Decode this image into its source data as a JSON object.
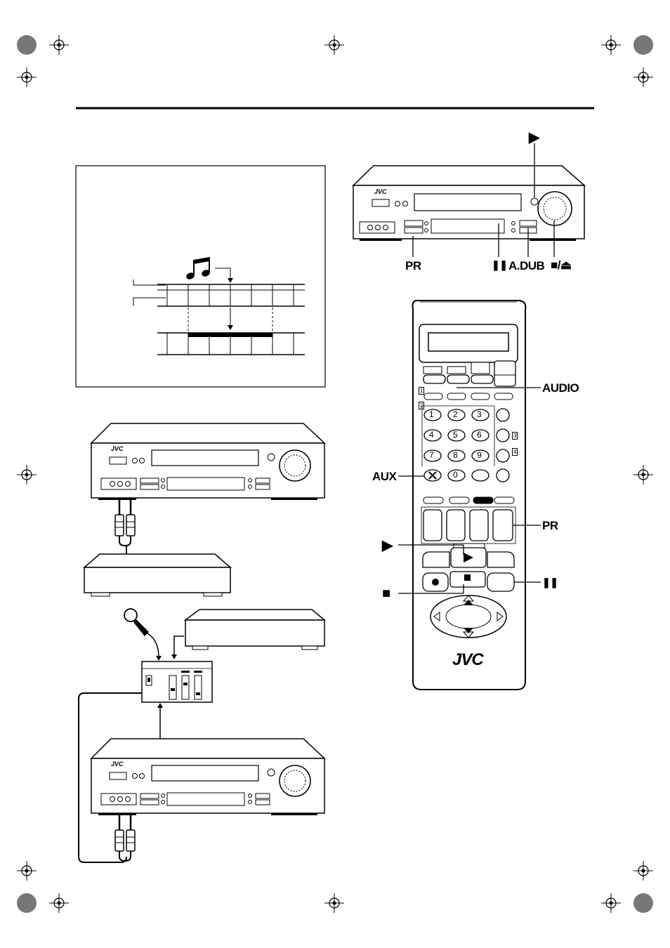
{
  "labels": {
    "play_top": "▶",
    "pr_vcr": "PR",
    "pause_vcr": "❚❚",
    "adub": "A.DUB",
    "stop_eject": "■/⏏",
    "audio": "AUDIO",
    "aux": "AUX",
    "pr_remote": "PR",
    "play_remote": "▶",
    "pause_remote": "❚❚",
    "stop_remote": "■"
  },
  "brand": "JVC",
  "remote": {
    "keys": [
      "1",
      "2",
      "3",
      "4",
      "5",
      "6",
      "7",
      "8",
      "9",
      "0"
    ],
    "side_numbers": [
      "1",
      "2",
      "3",
      "4"
    ]
  }
}
